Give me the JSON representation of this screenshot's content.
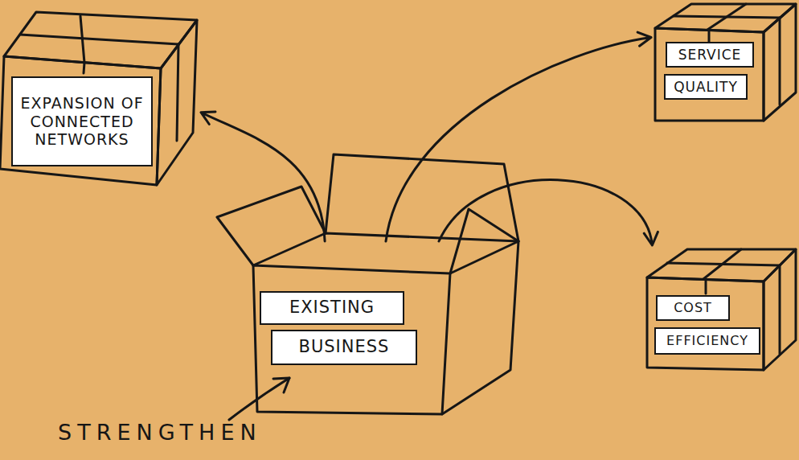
{
  "diagram": {
    "nodes": [
      {
        "text": [
          "EXPANSION OF CONNECTED NETWORKS"
        ]
      },
      {
        "text": [
          "SERVICE",
          "QUALITY"
        ]
      },
      {
        "text": [
          "EXISTING",
          "BUSINESS"
        ]
      },
      {
        "text": [
          "COST",
          "EFFICIENCY"
        ]
      }
    ],
    "edges": [
      {
        "from": 2,
        "to": 0,
        "arrow": "to"
      },
      {
        "from": 2,
        "to": 1,
        "arrow": "to"
      },
      {
        "from": 2,
        "to": 3,
        "arrow": "to"
      }
    ],
    "labels": [
      "STRENGTHEN"
    ]
  }
}
